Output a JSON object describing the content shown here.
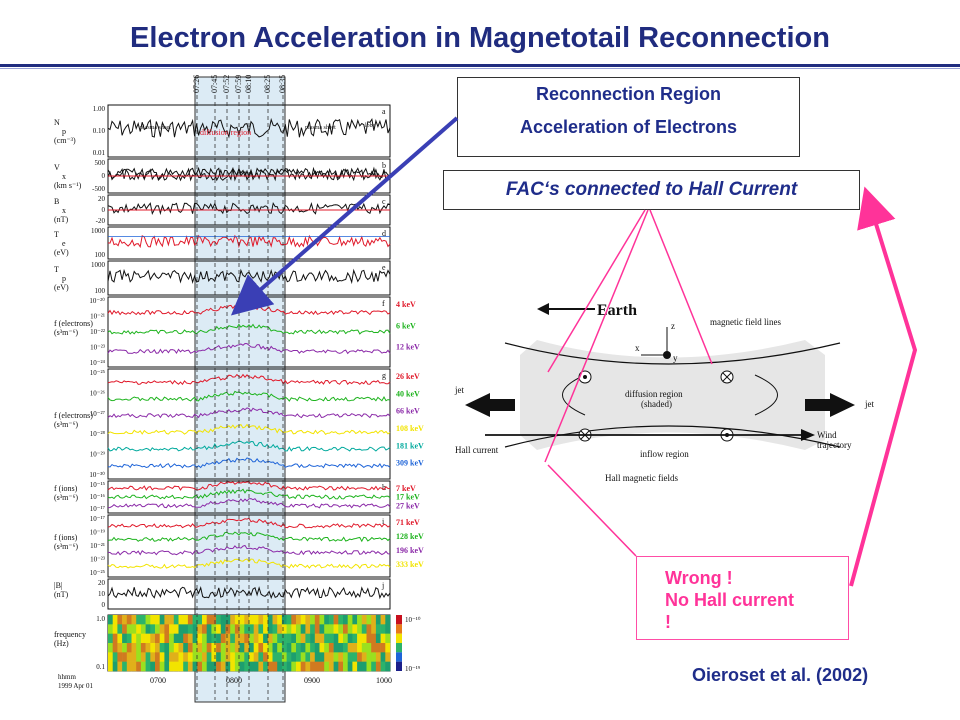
{
  "title": "Electron Acceleration in Magnetotail Reconnection",
  "callouts": {
    "reconnection_line1": "Reconnection Region",
    "reconnection_line2": "Acceleration of Electrons",
    "fac": "FAC‘s connected to Hall Current",
    "wrong_line1": "Wrong !",
    "wrong_line2": "No Hall current",
    "wrong_line3": "!"
  },
  "citation": "Oieroset et al. (2002)",
  "timeseries": {
    "time_marks": [
      "07:26",
      "07:45",
      "07:52",
      "07:59",
      "08:10",
      "08:25",
      "08:35"
    ],
    "panels": [
      {
        "id": "a",
        "ylabel": [
          "N",
          "p",
          "(cm⁻³)"
        ],
        "ticks": [
          "1.00",
          "0.10",
          "0.01"
        ],
        "notes": [
          "plasma sheet",
          "diffusion region",
          "plasma sheet",
          "lobe"
        ]
      },
      {
        "id": "b",
        "ylabel": [
          "V",
          "x",
          "(km s⁻¹)"
        ],
        "ticks": [
          "500",
          "0",
          "-500"
        ]
      },
      {
        "id": "c",
        "ylabel": [
          "B",
          "x",
          "(nT)"
        ],
        "ticks": [
          "20",
          "0",
          "-20"
        ]
      },
      {
        "id": "d",
        "ylabel": [
          "T",
          "e",
          "(eV)"
        ],
        "ticks": [
          "1000",
          "100"
        ]
      },
      {
        "id": "e",
        "ylabel": [
          "T",
          "p",
          "(eV)"
        ],
        "ticks": [
          "1000",
          "100"
        ]
      },
      {
        "id": "f",
        "ylabel": [
          "f (electrons)",
          "(s³m⁻⁶)"
        ],
        "ticks": [
          "10⁻²⁰",
          "10⁻²¹",
          "10⁻²²",
          "10⁻²³",
          "10⁻²⁴"
        ],
        "energies": [
          "4 keV",
          "6 keV",
          "12 keV"
        ]
      },
      {
        "id": "g",
        "ylabel": [
          "f (electrons)",
          "(s³m⁻⁶)"
        ],
        "ticks": [
          "10⁻²⁵",
          "10⁻²⁶",
          "10⁻²⁷",
          "10⁻²⁸",
          "10⁻²⁹",
          "10⁻³⁰"
        ],
        "energies": [
          "26 keV",
          "40 keV",
          "66 keV",
          "108 keV",
          "181 keV",
          "309 keV"
        ]
      },
      {
        "id": "h",
        "ylabel": [
          "f (ions)",
          "(s³m⁻⁶)"
        ],
        "ticks": [
          "10⁻¹⁵",
          "10⁻¹⁶",
          "10⁻¹⁷"
        ],
        "energies": [
          "7 keV",
          "17 keV",
          "27 keV"
        ]
      },
      {
        "id": "i",
        "ylabel": [
          "f (ions)",
          "(s³m⁻⁶)"
        ],
        "ticks": [
          "10⁻¹⁷",
          "10⁻¹⁹",
          "10⁻²¹",
          "10⁻²³",
          "10⁻²⁵"
        ],
        "energies": [
          "71 keV",
          "128 keV",
          "196 keV",
          "333 keV"
        ]
      },
      {
        "id": "j",
        "ylabel": [
          "|B|",
          "(nT)"
        ],
        "ticks": [
          "20",
          "10",
          "0"
        ]
      },
      {
        "id": "k",
        "ylabel": [
          "frequency",
          "(Hz)"
        ],
        "ticks": [
          "1.0",
          "0.1"
        ],
        "colorbar": [
          "10⁻¹⁰",
          "10⁻¹⁹"
        ]
      }
    ],
    "xticks": [
      "0700",
      "0800",
      "0900",
      "1000"
    ],
    "xlabel_lines": [
      "hhmm",
      "1999 Apr 01"
    ],
    "energy_colors": [
      "#e0192a",
      "#1db31d",
      "#8b2aa8",
      "#f2e400",
      "#00a99d",
      "#1e64d8"
    ]
  },
  "diagram": {
    "earth": "Earth",
    "field_lines": "magnetic field lines",
    "axes": {
      "z": "z",
      "x": "x",
      "y": "y"
    },
    "diffusion": [
      "diffusion region",
      "(shaded)"
    ],
    "jet_left": "jet",
    "jet_right": "jet",
    "wind": [
      "Wind",
      "trajectory"
    ],
    "hall_current": "Hall current",
    "inflow": "inflow region",
    "hall_fields": "Hall magnetic fields"
  },
  "colors": {
    "title": "#202c7f",
    "blue_arrow": "#3a3fb5",
    "pink": "#ff3399"
  }
}
